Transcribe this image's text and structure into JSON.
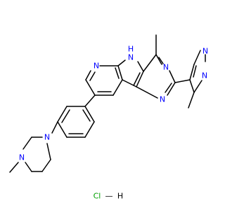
{
  "colors": {
    "bond": "#000000",
    "nitrogen": "#0000ff",
    "chlorine": "#00a000",
    "background": "#ffffff"
  },
  "atom_labels": {
    "n_pyridine": "N",
    "n_pyrrole": "N",
    "h_pyrrole": "H",
    "n_pyrimidine_top": "N",
    "n_pyrimidine_bottom": "N",
    "n_pyrazole_1": "N",
    "n_pyrazole_2": "N",
    "n_piperazine_aryl": "N",
    "n_piperazine_methyl": "N"
  },
  "salt": {
    "chlorine": "Cl",
    "bond": "—",
    "hydrogen": "H"
  }
}
